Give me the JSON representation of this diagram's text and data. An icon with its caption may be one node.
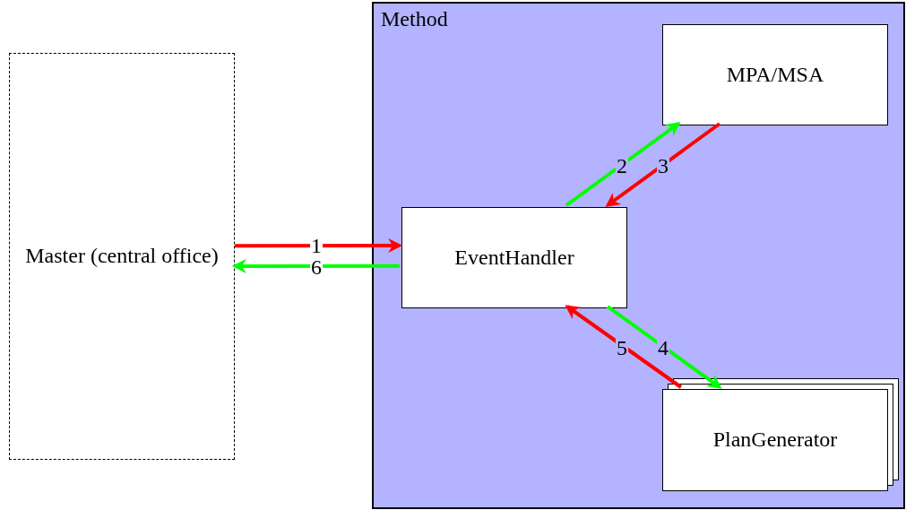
{
  "diagram": {
    "nodes": [
      {
        "text": [
          "Master (central office)"
        ]
      },
      {
        "text": [
          "Method"
        ]
      },
      {
        "text": [
          "EventHandler"
        ],
        "in": 1
      },
      {
        "text": [
          "MPA/MSA"
        ],
        "in": 1
      },
      {
        "text": [
          "PlanGenerator"
        ],
        "in": 1
      }
    ],
    "edges": [
      {
        "from": 0,
        "to": 2,
        "arrow": "to",
        "label": "1",
        "color": "#ff0000"
      },
      {
        "from": 2,
        "to": 0,
        "arrow": "to",
        "label": "6",
        "color": "#00ff00"
      },
      {
        "from": 2,
        "to": 3,
        "arrow": "to",
        "label": "2",
        "color": "#00ff00"
      },
      {
        "from": 3,
        "to": 2,
        "arrow": "to",
        "label": "3",
        "color": "#ff0000"
      },
      {
        "from": 2,
        "to": 4,
        "arrow": "to",
        "label": "4",
        "color": "#00ff00"
      },
      {
        "from": 4,
        "to": 2,
        "arrow": "to",
        "label": "5",
        "color": "#ff0000"
      }
    ]
  }
}
